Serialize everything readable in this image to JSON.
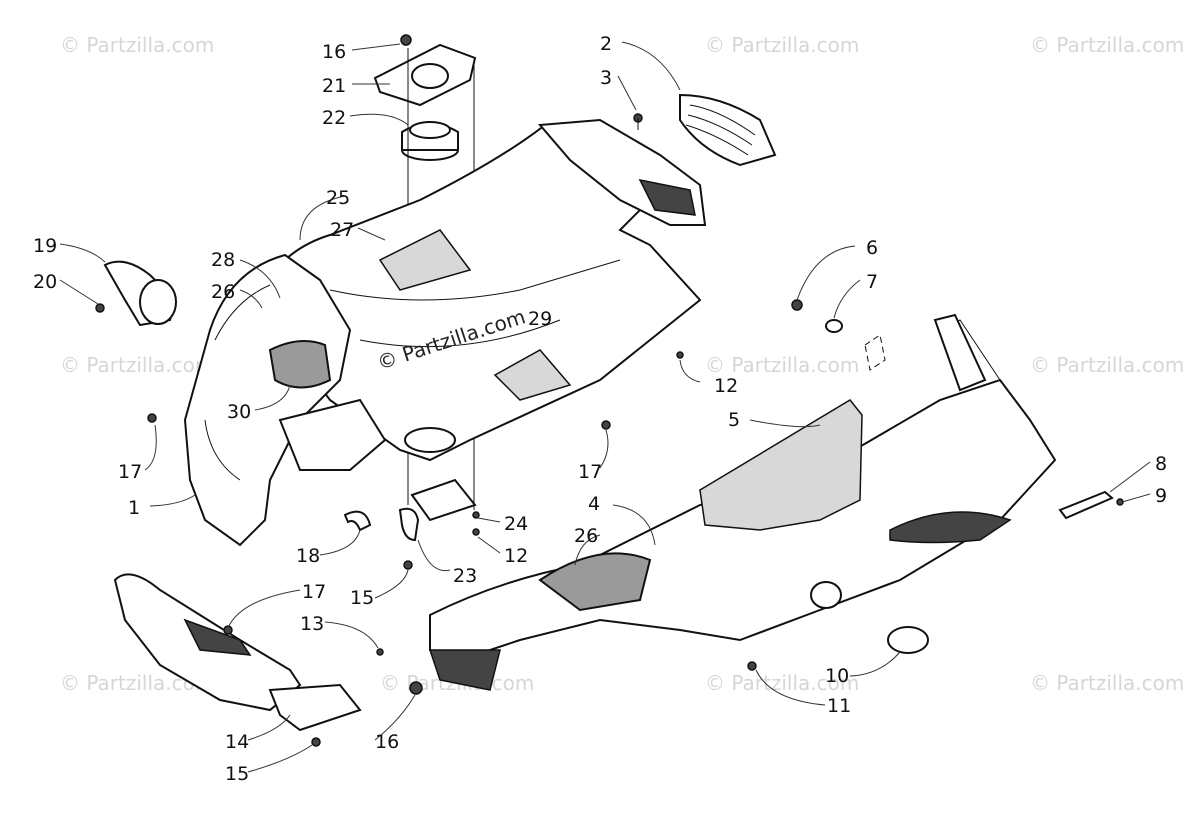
{
  "watermark": {
    "text": "© Partzilla.com",
    "center_text": "© Partzilla.com"
  },
  "callouts": {
    "c16_top": "16",
    "c21": "21",
    "c22": "22",
    "c2": "2",
    "c3": "3",
    "c25": "25",
    "c27": "27",
    "c19": "19",
    "c20": "20",
    "c28": "28",
    "c26_left": "26",
    "c29": "29",
    "c6": "6",
    "c7": "7",
    "c12_right": "12",
    "c30": "30",
    "c5": "5",
    "c17_left": "17",
    "c17_mid": "17",
    "c1": "1",
    "c8": "8",
    "c9": "9",
    "c4": "4",
    "c24": "24",
    "c26_mid": "26",
    "c18": "18",
    "c12_mid": "12",
    "c23": "23",
    "c15_mid": "15",
    "c17_lower": "17",
    "c13": "13",
    "c10": "10",
    "c11": "11",
    "c14": "14",
    "c16_bottom": "16",
    "c15_bottom": "15"
  }
}
